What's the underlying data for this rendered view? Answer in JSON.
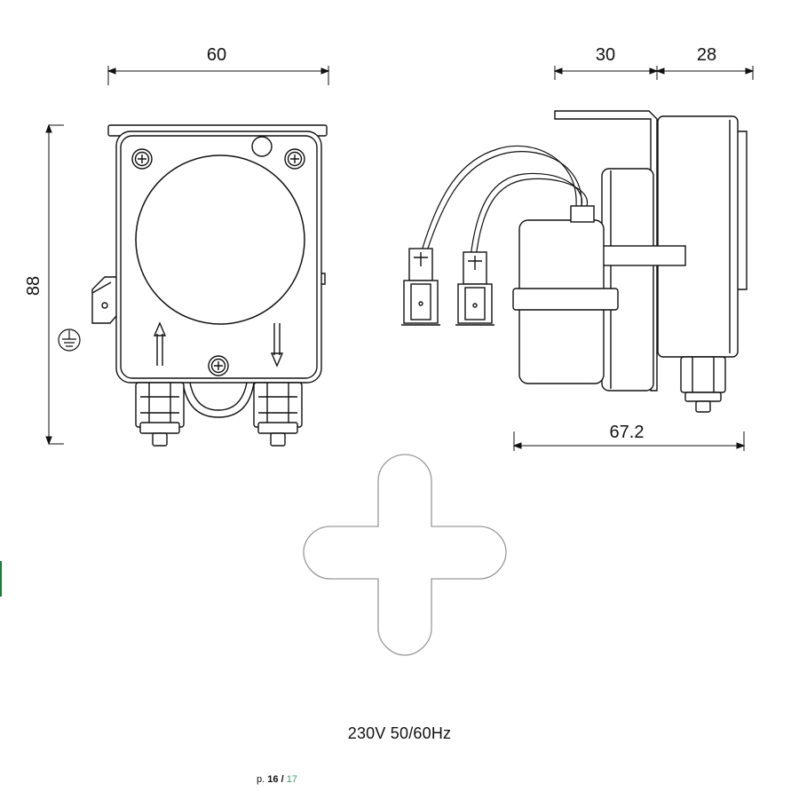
{
  "dimensions": {
    "front_width": "60",
    "front_height": "88",
    "side_depth_a": "30",
    "side_depth_b": "28",
    "side_total": "67.2"
  },
  "caption": "230V 50/60Hz",
  "pager": {
    "prefix": "p.",
    "current": "16",
    "separator": "/",
    "total": "17"
  },
  "colors": {
    "line": "#111111",
    "cross_outline": "#9a9a9a",
    "pager_total": "#39a36a",
    "side_mark": "#1f7a3a"
  },
  "icons": [
    "ground-symbol-icon",
    "flow-arrow-up-icon",
    "flow-arrow-down-icon",
    "screw-icon",
    "plus-shape-icon"
  ]
}
